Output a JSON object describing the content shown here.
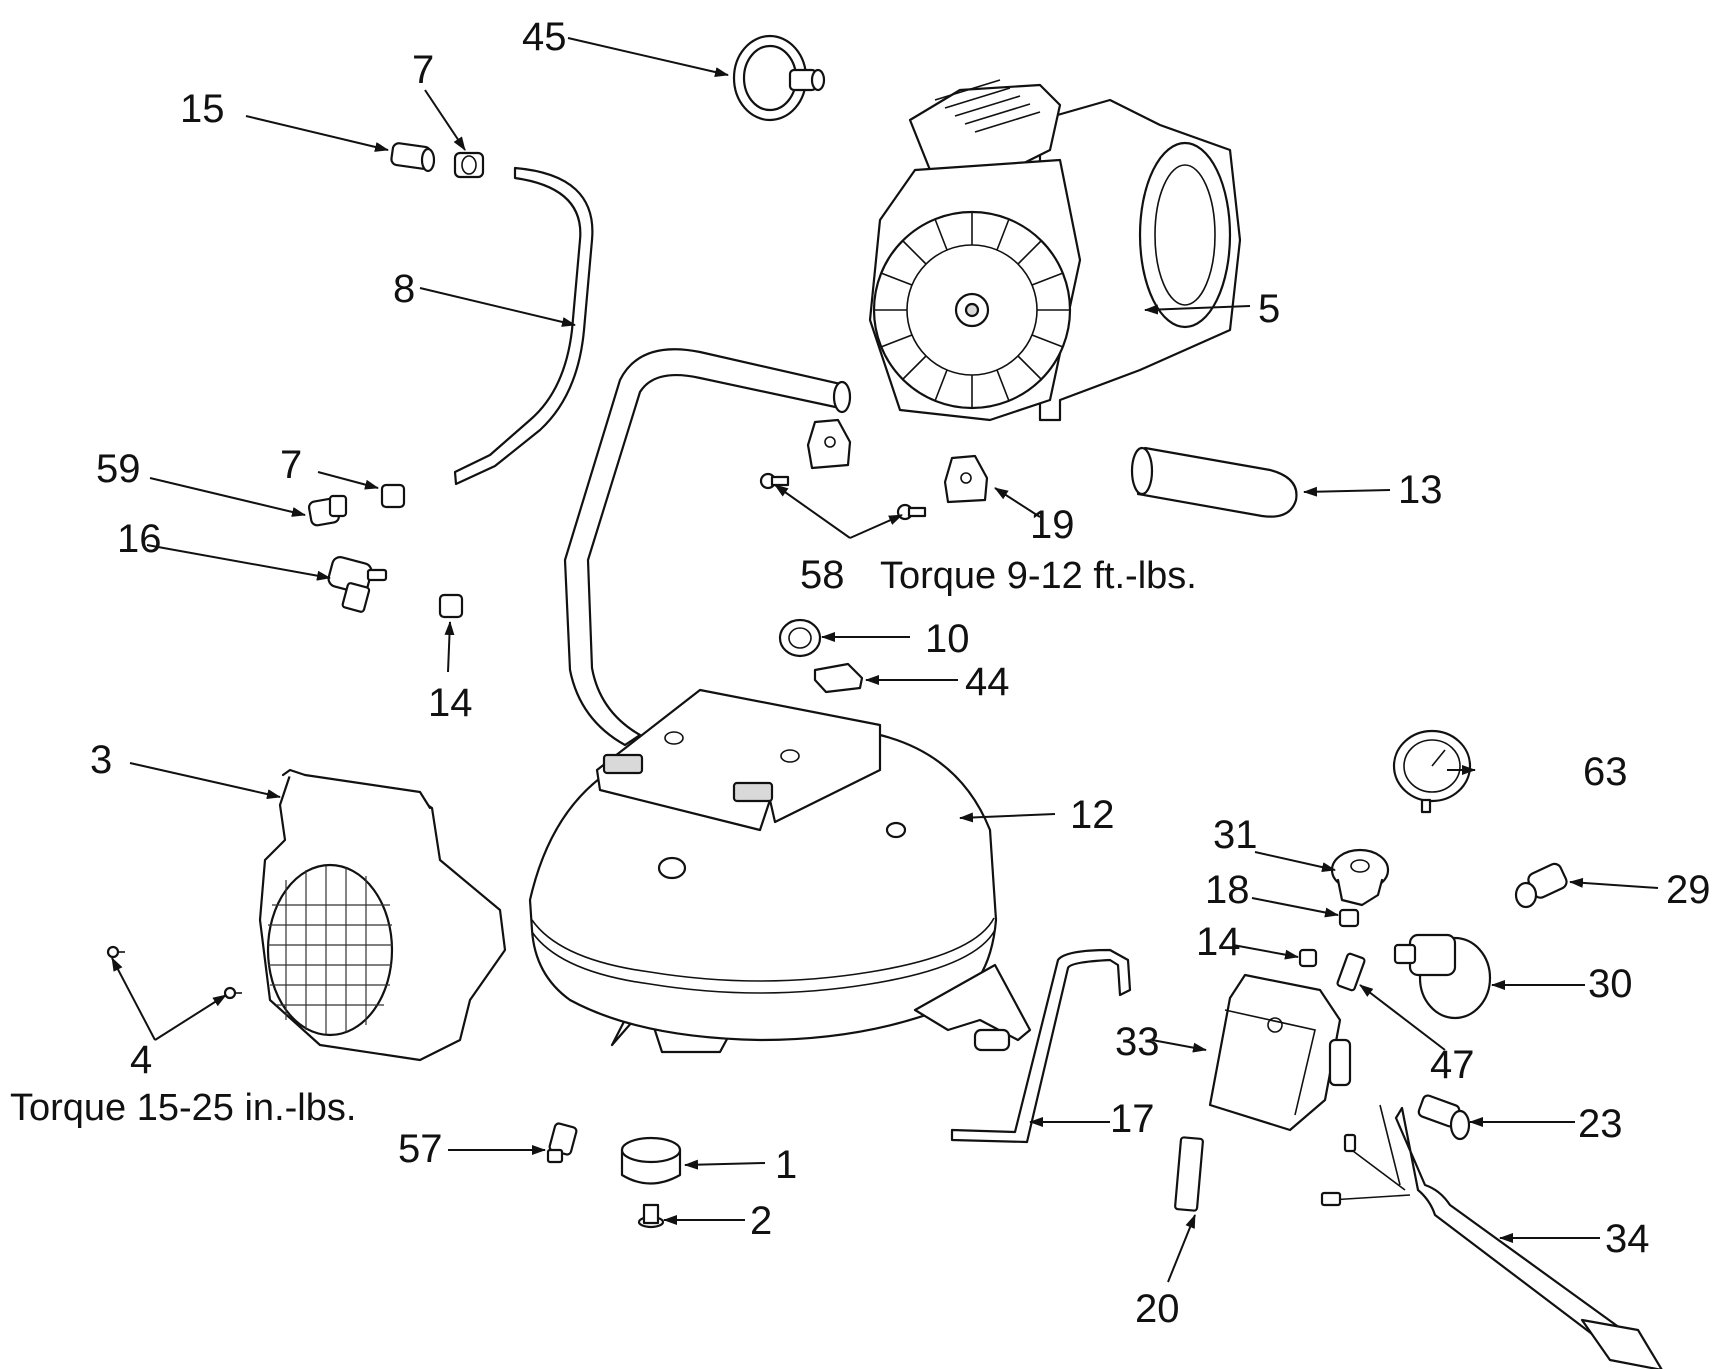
{
  "parts": {
    "p1": "1",
    "p2": "2",
    "p3": "3",
    "p4": "4",
    "p5": "5",
    "p7a": "7",
    "p7b": "7",
    "p8": "8",
    "p10": "10",
    "p12": "12",
    "p13": "13",
    "p14a": "14",
    "p14b": "14",
    "p15": "15",
    "p16": "16",
    "p17": "17",
    "p18": "18",
    "p19": "19",
    "p20": "20",
    "p23": "23",
    "p29": "29",
    "p30": "30",
    "p31": "31",
    "p33": "33",
    "p34": "34",
    "p44": "44",
    "p45": "45",
    "p47": "47",
    "p57": "57",
    "p58": "58",
    "p59": "59",
    "p63": "63"
  },
  "notes": {
    "torque_58": "Torque 9-12 ft.-lbs.",
    "torque_4": "Torque 15-25 in.-lbs."
  }
}
